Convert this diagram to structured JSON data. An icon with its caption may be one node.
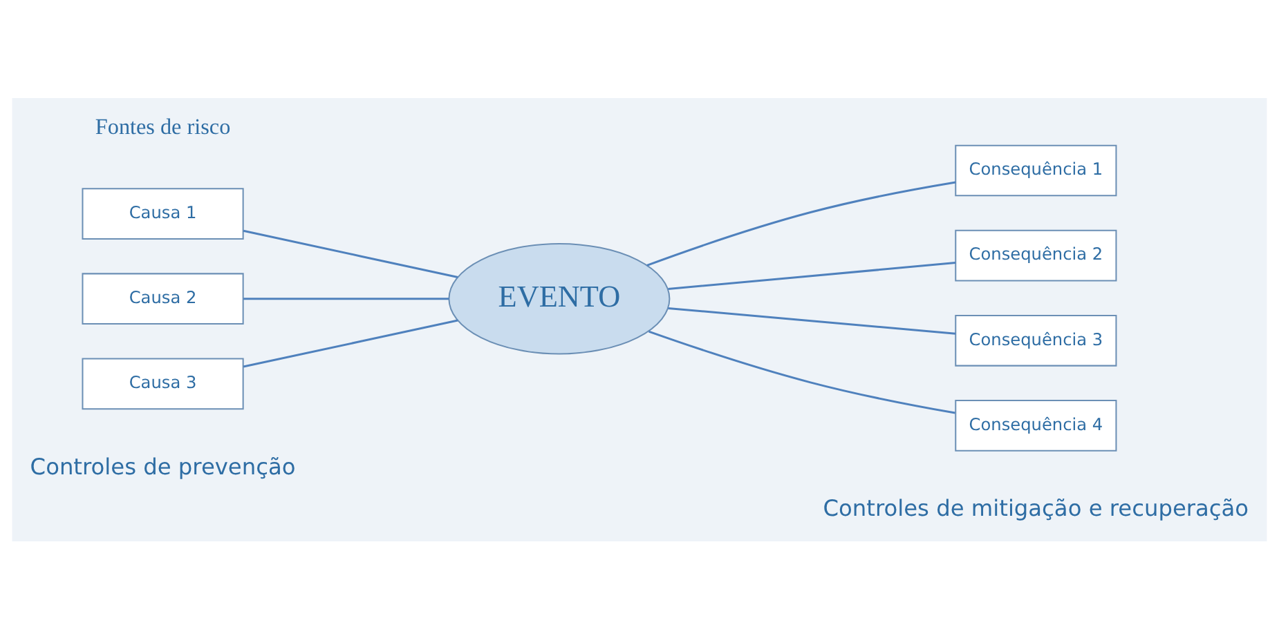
{
  "diagram": {
    "nodes": [
      {
        "text": [
          "Causa 1"
        ]
      },
      {
        "text": [
          "Causa 2"
        ]
      },
      {
        "text": [
          "Causa 3"
        ]
      },
      {
        "text": [
          "EVENTO"
        ]
      },
      {
        "text": [
          "Consequência 1"
        ]
      },
      {
        "text": [
          "Consequência 2"
        ]
      },
      {
        "text": [
          "Consequência 3"
        ]
      },
      {
        "text": [
          "Consequência 4"
        ]
      }
    ],
    "edges": [
      {
        "from": 0,
        "to": 3,
        "arrow": "none"
      },
      {
        "from": 1,
        "to": 3,
        "arrow": "none"
      },
      {
        "from": 2,
        "to": 3,
        "arrow": "none"
      },
      {
        "from": 3,
        "to": 4,
        "arrow": "none"
      },
      {
        "from": 3,
        "to": 5,
        "arrow": "none"
      },
      {
        "from": 3,
        "to": 6,
        "arrow": "none"
      },
      {
        "from": 3,
        "to": 7,
        "arrow": "none"
      }
    ],
    "labels": [
      "Fontes de risco",
      "Controles de prevenção",
      "Controles de mitigação e recuperação"
    ]
  }
}
